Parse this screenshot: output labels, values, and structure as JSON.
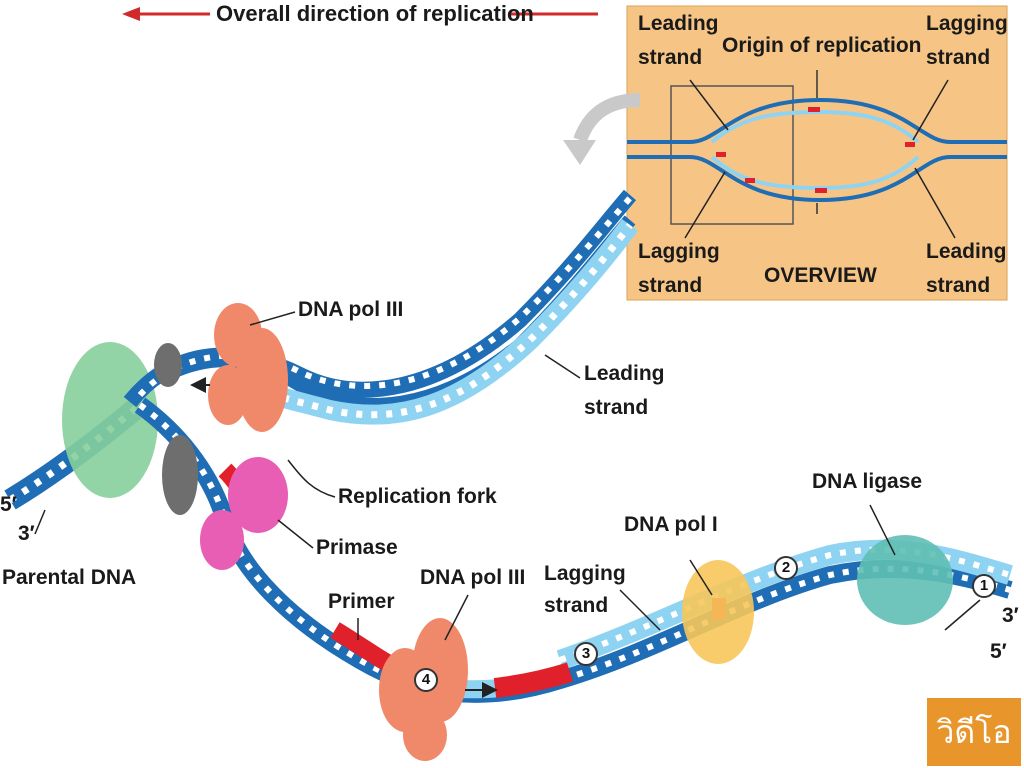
{
  "title": "Overall direction of replication",
  "overview": {
    "leading_tl": [
      "Leading",
      "strand"
    ],
    "origin": "Origin of replication",
    "lagging_tr": [
      "Lagging",
      "strand"
    ],
    "lagging_bl": [
      "Lagging",
      "strand"
    ],
    "overview": "OVERVIEW",
    "leading_br": [
      "Leading",
      "strand"
    ]
  },
  "labels": {
    "dna_pol_iii_top": "DNA pol III",
    "leading_strand": [
      "Leading",
      "strand"
    ],
    "replication_fork": "Replication fork",
    "primase": "Primase",
    "five_prime_left": "5′",
    "three_prime_left": "3′",
    "parental_dna": "Parental DNA",
    "primer": "Primer",
    "dna_pol_iii_bottom": "DNA pol III",
    "lagging_strand": [
      "Lagging",
      "strand"
    ],
    "dna_pol_i": "DNA pol I",
    "dna_ligase": "DNA ligase",
    "three_prime_right": "3′",
    "five_prime_right": "5′"
  },
  "steps": [
    "1",
    "2",
    "3",
    "4"
  ],
  "video_button": "วิดีโอ",
  "colors": {
    "dark_strand": "#1e6db5",
    "light_strand": "#8fd3f2",
    "primer": "#e0202a",
    "overview_bg": "#f6c586",
    "arrow": "#d12a2a",
    "pol_iii": "#f0896a",
    "primase": "#e85eb4",
    "helicase": "#86cf9c",
    "ligase": "#5fbfb4",
    "pol_i": "#f7c65a"
  }
}
